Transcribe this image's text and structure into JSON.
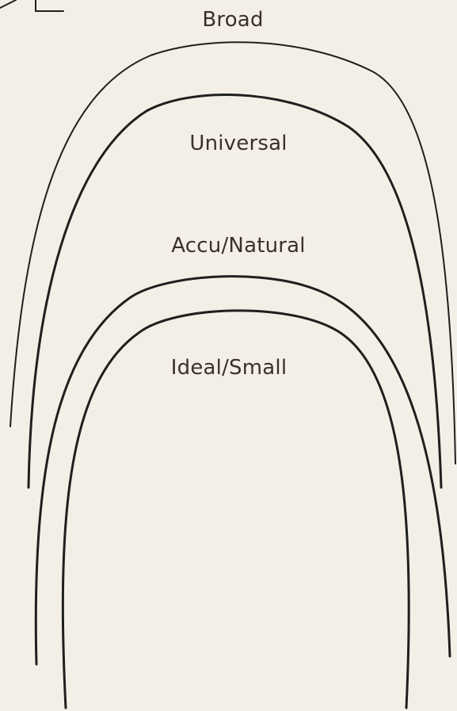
{
  "labels": {
    "broad": "Broad",
    "universal": "Universal",
    "accu_natural": "Accu/Natural",
    "ideal_small": "Ideal/Small"
  },
  "colors": {
    "background": "#f3efe6",
    "stroke": "#1f1f1f",
    "text": "#3b2f2b"
  }
}
